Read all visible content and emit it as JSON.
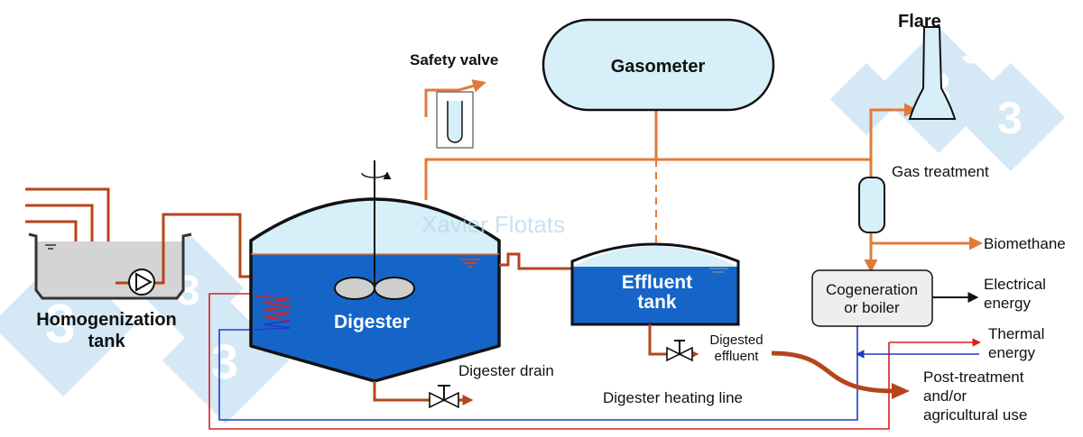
{
  "labels": {
    "flare": "Flare",
    "safety_valve": "Safety valve",
    "gasometer": "Gasometer",
    "gas_treatment": "Gas treatment",
    "biomethane": "Biomethane",
    "cogeneration_line1": "Cogeneration",
    "cogeneration_line2": "or boiler",
    "electrical_line1": "Electrical",
    "electrical_line2": "energy",
    "thermal_line1": "Thermal",
    "thermal_line2": "energy",
    "homogenization_line1": "Homogenization",
    "homogenization_line2": "tank",
    "digester": "Digester",
    "effluent_line1": "Effluent",
    "effluent_line2": "tank",
    "digested_line1": "Digested",
    "digested_line2": "effluent",
    "digester_drain": "Digester drain",
    "heating_line": "Digester heating line",
    "post_line1": "Post-treatment",
    "post_line2": "and/or",
    "post_line3": "agricultural use",
    "watermark": "Xavier Flotats",
    "logo_glyph": "3"
  },
  "colors": {
    "gas_pipe": "#e07b39",
    "liquid_pipe": "#b5451b",
    "water": "#1565c8",
    "gas_fill": "#d6eff8",
    "heat_red": "#d42020",
    "heat_blue": "#1e3cc8",
    "logo": "#d4e8f6"
  },
  "icons": [
    "stirrer-icon",
    "pump-icon",
    "valve-icon",
    "flare-icon",
    "watermark-logo-icon"
  ]
}
